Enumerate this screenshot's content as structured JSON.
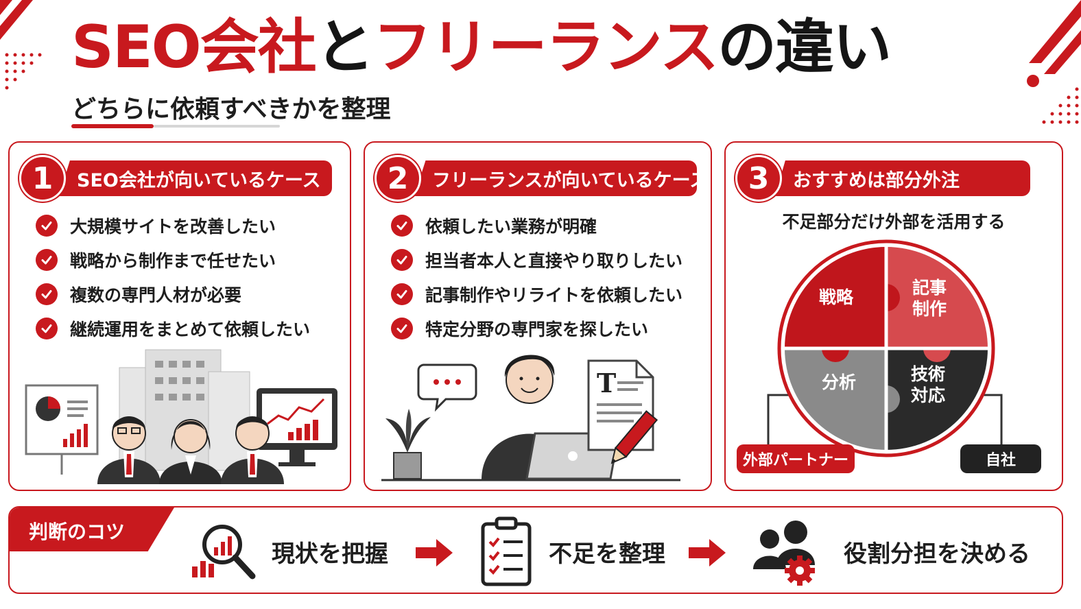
{
  "header": {
    "title_part1": "SEO会社",
    "title_part2": "と",
    "title_part3": "フリーランス",
    "title_part4": "の違い",
    "subtitle": "どちらに依頼すべきかを整理"
  },
  "cards": [
    {
      "number": "1",
      "heading": "SEO会社が向いているケース",
      "items": [
        "大規模サイトを改善したい",
        "戦略から制作まで任せたい",
        "複数の専門人材が必要",
        "継続運用をまとめて依頼したい"
      ]
    },
    {
      "number": "2",
      "heading": "フリーランスが向いているケース",
      "items": [
        "依頼したい業務が明確",
        "担当者本人と直接やり取りしたい",
        "記事制作やリライトを依頼したい",
        "特定分野の専門家を探したい"
      ]
    },
    {
      "number": "3",
      "heading": "おすすめは部分外注",
      "subheading": "不足部分だけ外部を活用する",
      "puzzle": {
        "strategy": "戦略",
        "content_line1": "記事",
        "content_line2": "制作",
        "analysis": "分析",
        "tech_line1": "技術",
        "tech_line2": "対応"
      },
      "partner_label": "外部パートナー",
      "self_label": "自社"
    }
  ],
  "tips": {
    "label": "判断のコツ",
    "steps": [
      "現状を把握",
      "不足を整理",
      "役割分担を決める"
    ]
  },
  "icons": {
    "check": "check-circle-icon",
    "magnifier": "magnifier-chart-icon",
    "clipboard": "checklist-clipboard-icon",
    "team": "team-gear-icon",
    "arrow": "arrow-right-icon"
  },
  "colors": {
    "accent": "#c8191e",
    "accent_light": "#d64a4e",
    "dark": "#222222",
    "gray": "#8a8a8a"
  }
}
